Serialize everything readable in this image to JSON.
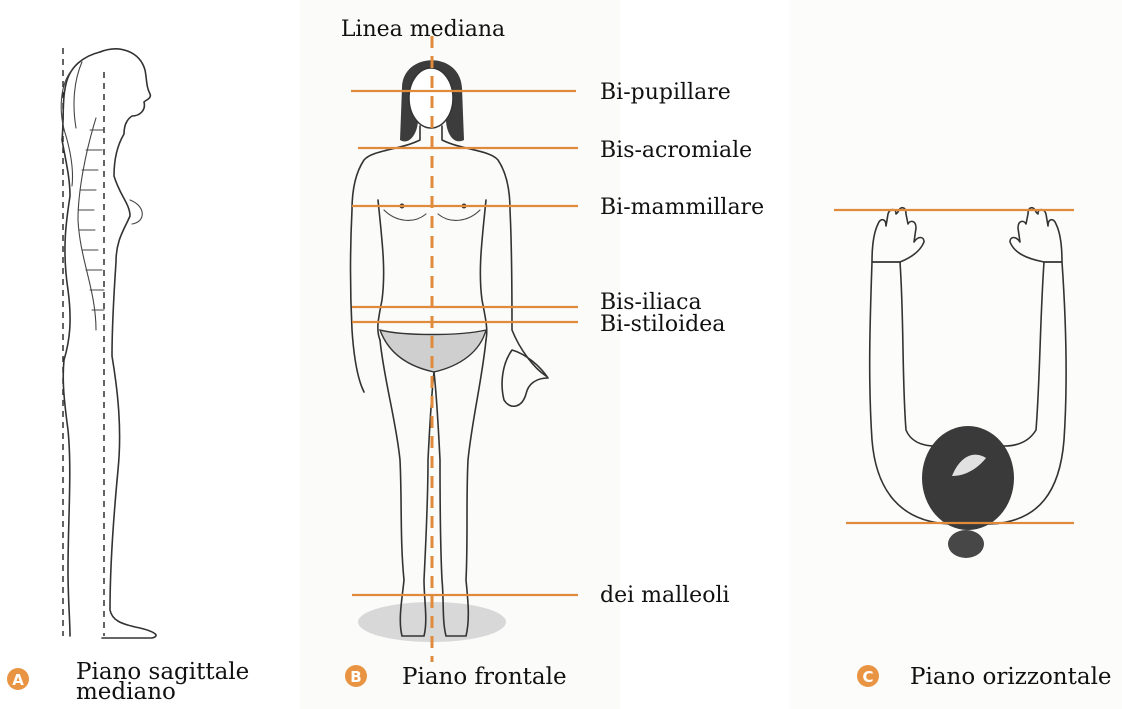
{
  "panel_a": {
    "badge": "A",
    "caption_line1": "Piano sagittale",
    "caption_line2": "mediano"
  },
  "panel_b": {
    "badge": "B",
    "caption": "Piano frontale",
    "top_label": "Linea mediana",
    "lines": {
      "bipupillare": "Bi-pupillare",
      "bisacromiale": "Bis-acromiale",
      "bimammillare": "Bi-mammillare",
      "bisiliaca": "Bis-iliaca",
      "bistiloidea": "Bi-stiloidea",
      "malleoli": "dei malleoli"
    }
  },
  "panel_c": {
    "badge": "C",
    "caption": "Piano orizzontale"
  },
  "colors": {
    "accent_orange": "#e08a3c",
    "badge_orange": "#e89442",
    "ink": "#333333"
  }
}
